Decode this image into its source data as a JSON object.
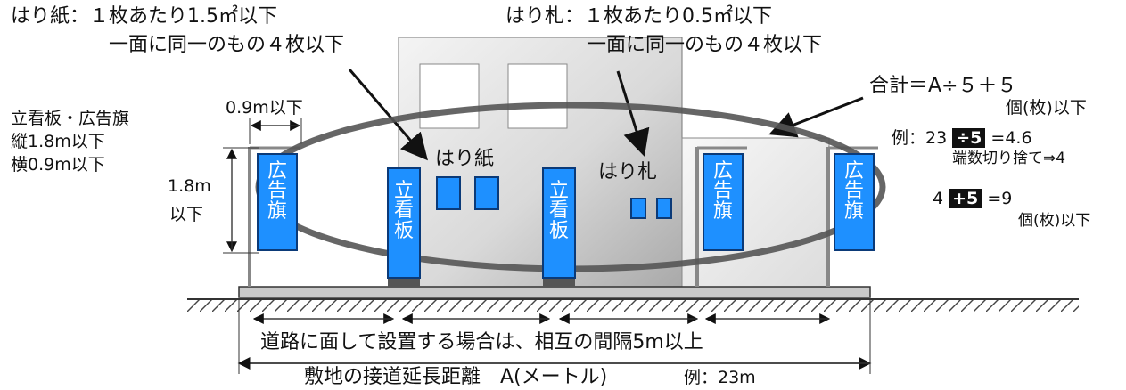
{
  "annotations": {
    "harigami_title": "はり紙：１枚あたり1.5㎡以下",
    "harigami_sub": "一面に同一のもの４枚以下",
    "harifuda_title": "はり札：１枚あたり0.5㎡以下",
    "harifuda_sub": "一面に同一のもの４枚以下",
    "tatekanban_line1": "立看板・広告旗",
    "tatekanban_line2": "縦1.8m以下",
    "tatekanban_line3": "横0.9m以下",
    "width_label": "0.9m以下",
    "height_label_1": "1.8m",
    "height_label_2": "以下",
    "harigami_label": "はり紙",
    "harifuda_label": "はり札",
    "total_line1": "合計＝A÷５＋５",
    "total_line2": "個(枚)以下",
    "example1_prefix": "例：23",
    "example1_op": "÷5",
    "example1_result": "=4.6",
    "example1_note": "端数切り捨て⇒4",
    "example2_prefix": "4",
    "example2_op": "+5",
    "example2_result": "=9",
    "example2_unit": "個(枚)以下",
    "spacing_label": "道路に面して設置する場合は、相互の間隔5m以上",
    "frontage_label": "敷地の接道延長距離　A(メートル)",
    "frontage_example": "例：23m"
  },
  "signs": {
    "koukokuki": [
      "広",
      "告",
      "旗"
    ],
    "tatekanban": [
      "立",
      "看",
      "板"
    ]
  },
  "colors": {
    "sign_blue": "#1e90ff",
    "sign_border": "#0b3a78",
    "ellipse": "#555555",
    "building_light": "#e6e6e6",
    "building_dark": "#b8b8b8"
  }
}
